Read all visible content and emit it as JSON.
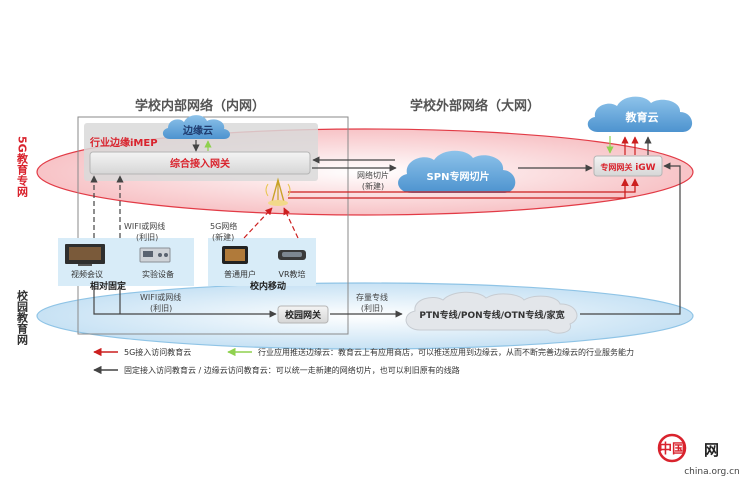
{
  "headers": {
    "inner": "学校内部网络（内网）",
    "outer": "学校外部网络（大网）"
  },
  "side_labels": {
    "net5g": "5G教育专网",
    "campus": "校园教育网"
  },
  "nodes": {
    "edge_cloud": "边缘云",
    "mep": "行业边缘iMEP",
    "access_gw": "综合接入网关",
    "spn": "SPN专网切片",
    "edu_cloud": "教育云",
    "private_gw_prefix": "专网网关 ",
    "private_gw_suffix": "iGW",
    "campus_gw": "校园网关",
    "ptn": "PTN专线/PON专线/OTN专线/家宽"
  },
  "groups": {
    "fixed": "相对固定",
    "mobile": "校内移动"
  },
  "devices": {
    "video_conf": "视频会议",
    "lab": "实验设备",
    "user": "普通用户",
    "vr": "VR教培"
  },
  "edge_labels": {
    "wifi_upper_1": "WIFI或网线",
    "wifi_upper_2": "(利旧)",
    "g5_1": "5G网络",
    "g5_2": "(新建)",
    "slice_1": "网络切片",
    "slice_2": "(新建)",
    "wifi_lower_1": "WIFI或网线",
    "wifi_lower_2": "(利旧)",
    "stock_1": "存量专线",
    "stock_2": "(利旧)"
  },
  "legend": [
    {
      "text": "5G接入访问教育云",
      "color": "#cc1f1f"
    },
    {
      "text": "行业应用推送边缘云：教育云上有应用商店，可以推送应用到边缘云，从而不断完善边缘云的行业服务能力",
      "color": "#8fd14f"
    },
    {
      "text": "固定接入访问教育云 / 边缘云访问教育云：可以统一走新建的网络切片，也可以利旧原有的线路",
      "color": "#444444"
    }
  ],
  "logo": {
    "mark": "中国",
    "suffix": "网",
    "url": "china.org.cn"
  },
  "colors": {
    "red": "#cc1f1f",
    "green": "#8fd14f",
    "dark": "#444444",
    "cloud": "#6fa8dc",
    "accent_red": "#d9232d"
  }
}
